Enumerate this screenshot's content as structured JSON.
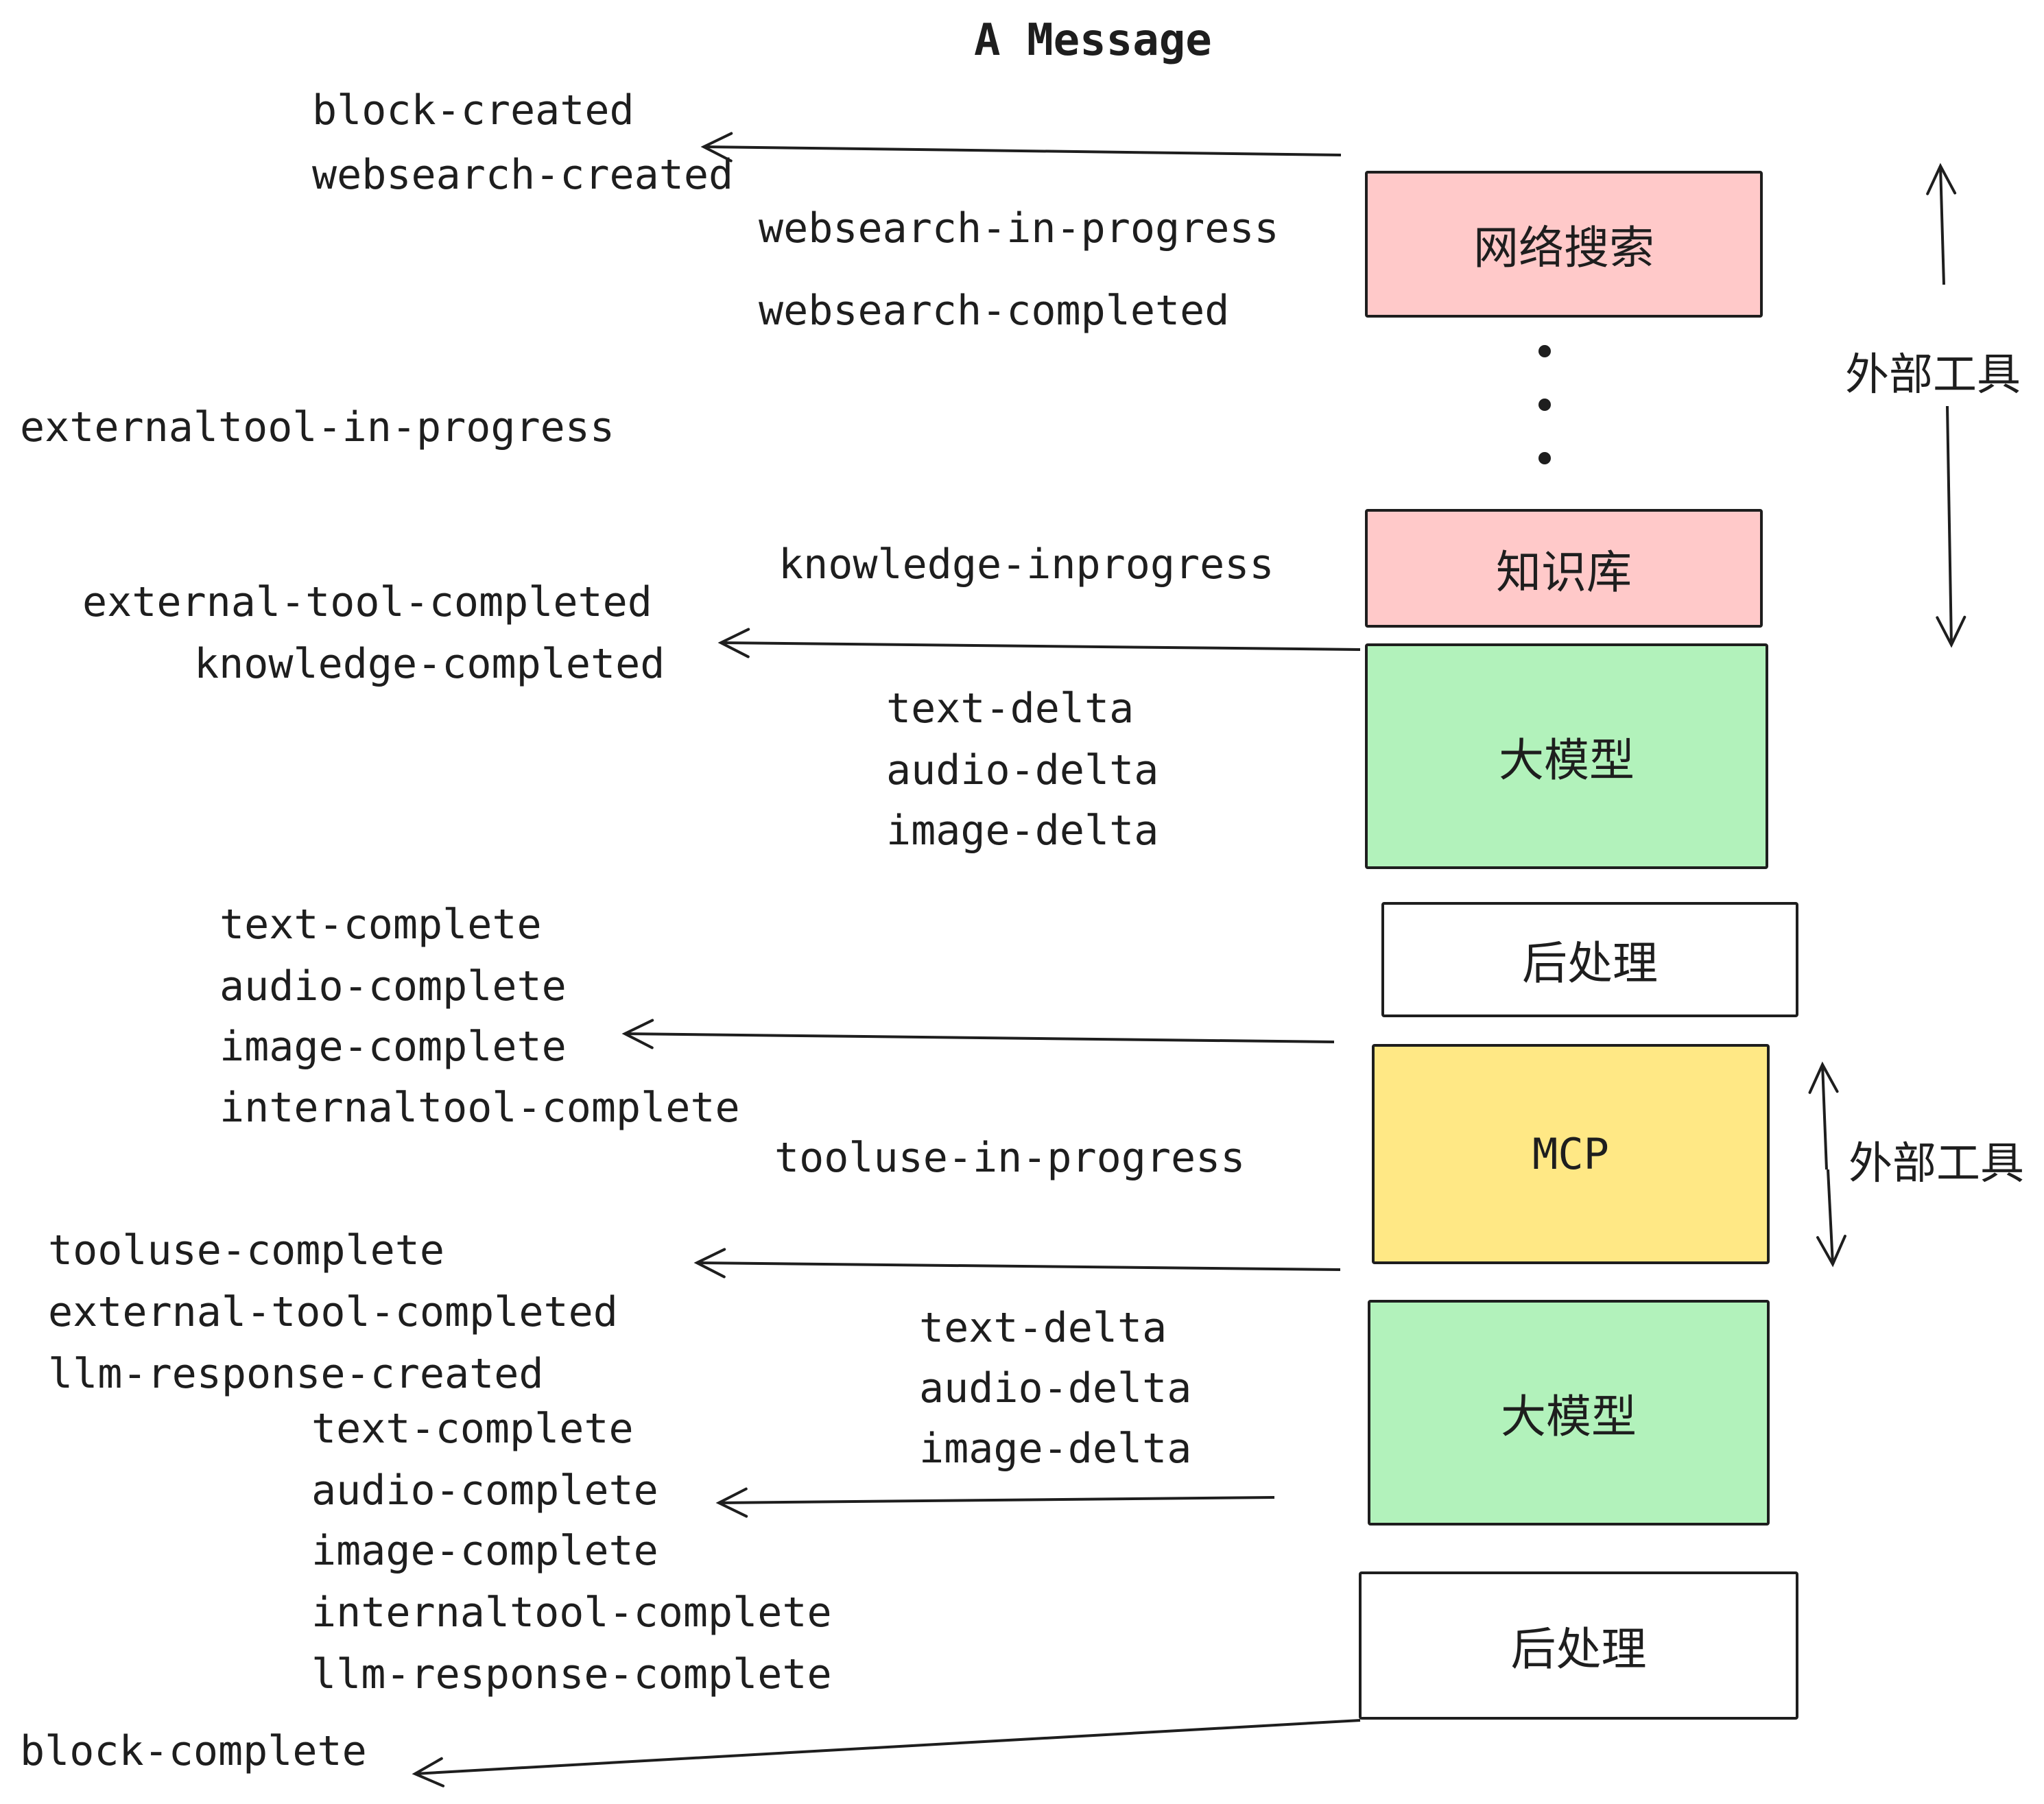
{
  "title": "A Message",
  "colors": {
    "pink": "#ffc9c9",
    "green": "#b2f2bb",
    "yellow": "#ffe885",
    "white": "#ffffff",
    "ink": "#1e1e1e"
  },
  "boxes": {
    "websearch": {
      "label": "网络搜索",
      "color": "#ffc9c9"
    },
    "knowledge": {
      "label": "知识库",
      "color": "#ffc9c9"
    },
    "llm1": {
      "label": "大模型",
      "color": "#b2f2bb"
    },
    "post1": {
      "label": "后处理",
      "color": "#ffffff"
    },
    "mcp": {
      "label": "MCP",
      "color": "#ffe885"
    },
    "llm2": {
      "label": "大模型",
      "color": "#b2f2bb"
    },
    "post2": {
      "label": "后处理",
      "color": "#ffffff"
    }
  },
  "side_labels": {
    "external_tools_top": "外部工具",
    "external_tools_bottom": "外部工具"
  },
  "events": {
    "block_created": "block-created",
    "websearch_created": "websearch-created",
    "websearch_in_progress": "websearch-in-progress",
    "websearch_completed": "websearch-completed",
    "externaltool_in_progress": "externaltool-in-progress",
    "knowledge_inprogress": "knowledge-inprogress",
    "external_tool_completed_1": "external-tool-completed",
    "knowledge_completed": "knowledge-completed",
    "text_delta_1": "text-delta",
    "audio_delta_1": "audio-delta",
    "image_delta_1": "image-delta",
    "text_complete_1": "text-complete",
    "audio_complete_1": "audio-complete",
    "image_complete_1": "image-complete",
    "internaltool_complete_1": "internaltool-complete",
    "tooluse_in_progress": "tooluse-in-progress",
    "tooluse_complete": "tooluse-complete",
    "external_tool_completed_2": "external-tool-completed",
    "llm_response_created": "llm-response-created",
    "text_delta_2": "text-delta",
    "audio_delta_2": "audio-delta",
    "image_delta_2": "image-delta",
    "text_complete_2": "text-complete",
    "audio_complete_2": "audio-complete",
    "image_complete_2": "image-complete",
    "internaltool_complete_2": "internaltool-complete",
    "llm_response_complete": "llm-response-complete",
    "block_complete": "block-complete"
  }
}
